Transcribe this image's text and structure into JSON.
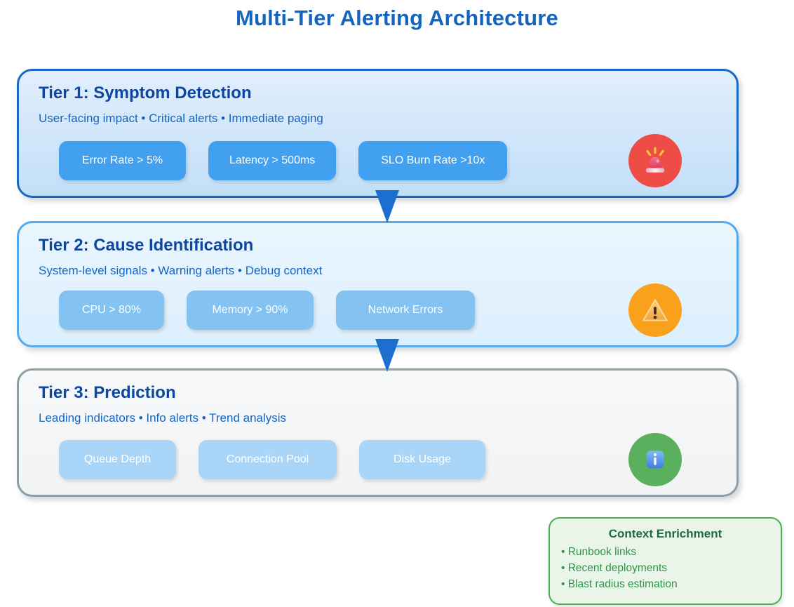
{
  "title": "Multi-Tier Alerting Architecture",
  "tiers": [
    {
      "heading": "Tier 1: Symptom Detection",
      "subtitle": "User-facing impact • Critical alerts • Immediate paging",
      "tags": [
        "Error Rate > 5%",
        "Latency > 500ms",
        "SLO Burn Rate >10x"
      ],
      "icon": "siren-icon",
      "badge_color": "#EE4C47",
      "pill_color": "#41A1F0",
      "border_color": "#1A67C4"
    },
    {
      "heading": "Tier 2: Cause Identification",
      "subtitle": "System-level signals • Warning alerts • Debug context",
      "tags": [
        "CPU > 80%",
        "Memory > 90%",
        "Network Errors"
      ],
      "icon": "warning-icon",
      "badge_color": "#F9A11B",
      "pill_color": "#84C2F1",
      "border_color": "#54AAEF"
    },
    {
      "heading": "Tier 3: Prediction",
      "subtitle": "Leading indicators • Info alerts • Trend analysis",
      "tags": [
        "Queue Depth",
        "Connection Pool",
        "Disk Usage"
      ],
      "icon": "info-icon",
      "badge_color": "#5BB05E",
      "pill_color": "#A9D5F8",
      "border_color": "#8E9EA8"
    }
  ],
  "context_box": {
    "title": "Context Enrichment",
    "items": [
      "• Runbook links",
      "• Recent deployments",
      "• Blast radius estimation"
    ]
  },
  "colors": {
    "title_blue": "#1565C0",
    "heading_navy": "#0D47A1",
    "subtitle_blue": "#1565C0",
    "arrow_blue": "#1C6FCE",
    "pill_text": "#FFFFFF",
    "context_border_green": "#4CAF50",
    "context_fill_green": "#EAF5EA",
    "context_title_green": "#1B6E3C",
    "context_text_green": "#2E9449"
  }
}
